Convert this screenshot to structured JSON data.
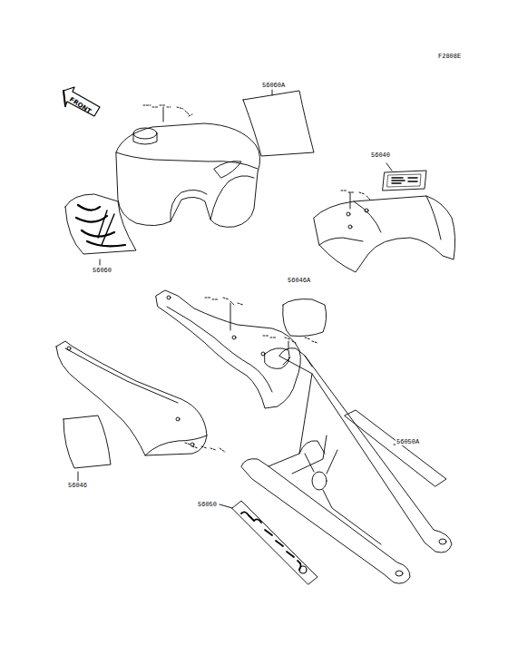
{
  "diagram": {
    "labels": [
      "F2808E",
      "FRONT",
      "56060A",
      "56040",
      "56060",
      "56046A",
      "56050A",
      "56046",
      "56050"
    ]
  }
}
